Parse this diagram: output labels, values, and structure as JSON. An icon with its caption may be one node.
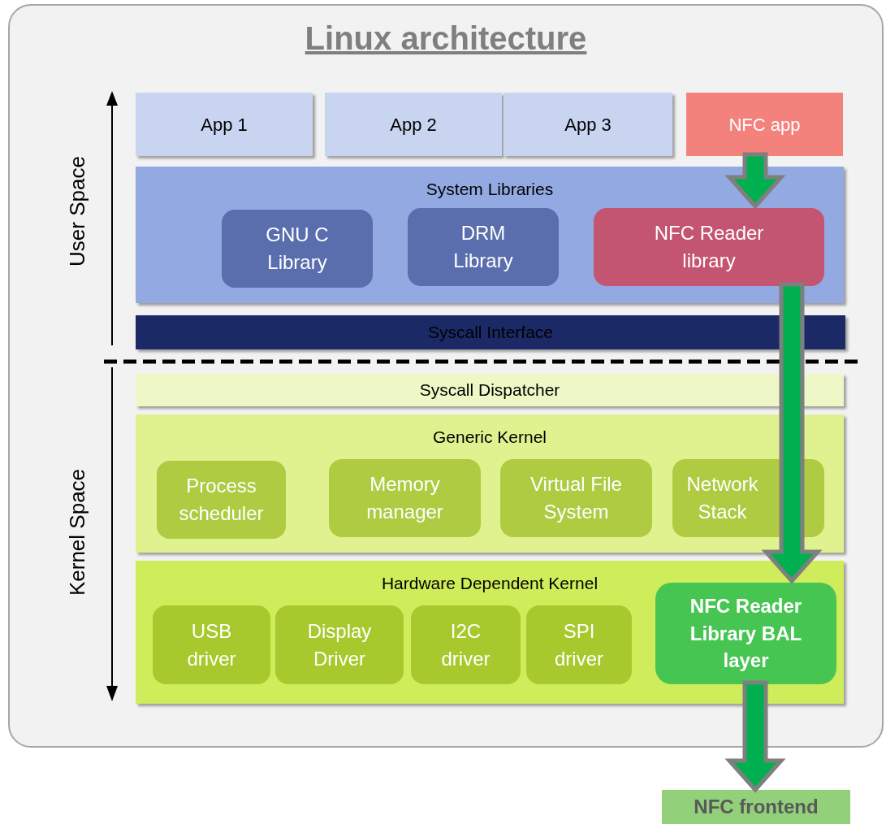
{
  "diagram": {
    "nodes": [
      {
        "text": [
          "Linux architecture"
        ]
      },
      {
        "text": [
          "App 1"
        ],
        "in": 0
      },
      {
        "text": [
          "App 2"
        ],
        "in": 0
      },
      {
        "text": [
          "App 3"
        ],
        "in": 0
      },
      {
        "text": [
          "NFC app"
        ],
        "in": 0
      },
      {
        "text": [
          "System Libraries"
        ],
        "in": 0
      },
      {
        "text": [
          "GNU C Library"
        ],
        "in": 5
      },
      {
        "text": [
          "DRM Library"
        ],
        "in": 5
      },
      {
        "text": [
          "NFC Reader library"
        ],
        "in": 5
      },
      {
        "text": [
          "Syscall Interface"
        ],
        "in": 0
      },
      {
        "text": [
          "Syscall Dispatcher"
        ],
        "in": 0
      },
      {
        "text": [
          "Generic Kernel"
        ],
        "in": 0
      },
      {
        "text": [
          "Process scheduler"
        ],
        "in": 11
      },
      {
        "text": [
          "Memory manager"
        ],
        "in": 11
      },
      {
        "text": [
          "Virtual File System"
        ],
        "in": 11
      },
      {
        "text": [
          "Network Stack"
        ],
        "in": 11
      },
      {
        "text": [
          "Hardware Dependent Kernel"
        ],
        "in": 0
      },
      {
        "text": [
          "USB driver"
        ],
        "in": 16
      },
      {
        "text": [
          "Display Driver"
        ],
        "in": 16
      },
      {
        "text": [
          "I2C driver"
        ],
        "in": 16
      },
      {
        "text": [
          "SPI driver"
        ],
        "in": 16
      },
      {
        "text": [
          "NFC Reader Library BAL layer"
        ],
        "in": 16
      },
      {
        "text": [
          "NFC frontend"
        ]
      }
    ],
    "edges": [
      {
        "from": 4,
        "to": 8,
        "arrow": "to",
        "style": "thick",
        "color": "#00b050"
      },
      {
        "from": 8,
        "to": 21,
        "arrow": "to",
        "style": "thick",
        "color": "#00b050"
      },
      {
        "from": 21,
        "to": 22,
        "arrow": "to",
        "style": "thick",
        "color": "#00b050"
      }
    ],
    "labels": [
      "User Space",
      "Kernel Space"
    ]
  }
}
